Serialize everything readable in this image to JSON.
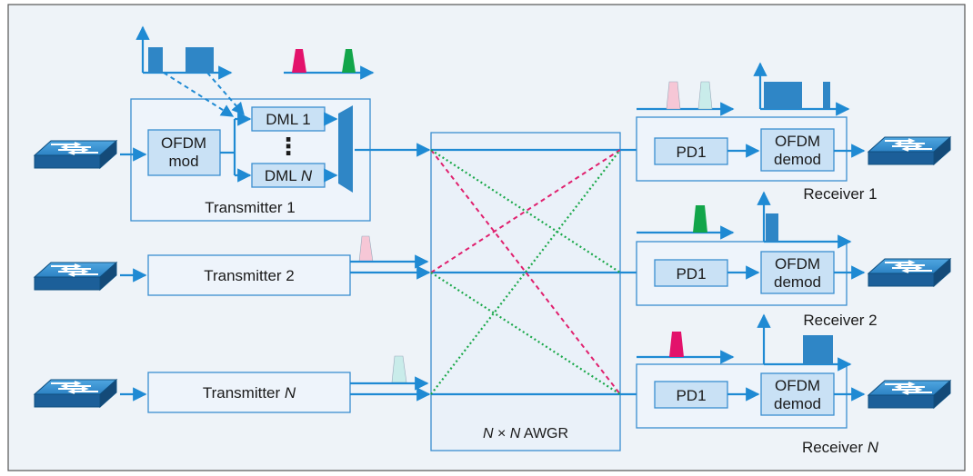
{
  "transmitters": {
    "t1": {
      "label": "Transmitter 1"
    },
    "t2": {
      "label": "Transmitter 2"
    },
    "tn": {
      "label_prefix": "Transmitter ",
      "label_var": "N"
    }
  },
  "ofdm_mod": {
    "line1": "OFDM",
    "line2": "mod"
  },
  "dml": {
    "dml1": "DML 1",
    "dmln_prefix": "DML ",
    "dmln_var": "N",
    "dots": "⋮"
  },
  "awgr": {
    "var1": "N",
    "times": " × ",
    "var2": "N",
    "suffix": " AWGR"
  },
  "receivers": {
    "r1": {
      "label": "Receiver 1"
    },
    "r2": {
      "label": "Receiver 2"
    },
    "rn": {
      "label_prefix": "Receiver ",
      "label_var": "N"
    }
  },
  "photodiode": {
    "label": "PD1"
  },
  "ofdm_demod": {
    "line1": "OFDM",
    "line2": "demod"
  },
  "icons": {
    "switch": "network-switch-icon",
    "spectrum": "spectrum-plot-icon"
  },
  "colors": {
    "wire": "#1f8ad3",
    "spectrum_blue": "#2f86c6",
    "pulse_magenta": "#e3126b",
    "pulse_green": "#12a54a",
    "pulse_pink": "#f6c7d6",
    "pulse_teal": "#c9ecea",
    "frame": "#555555"
  }
}
